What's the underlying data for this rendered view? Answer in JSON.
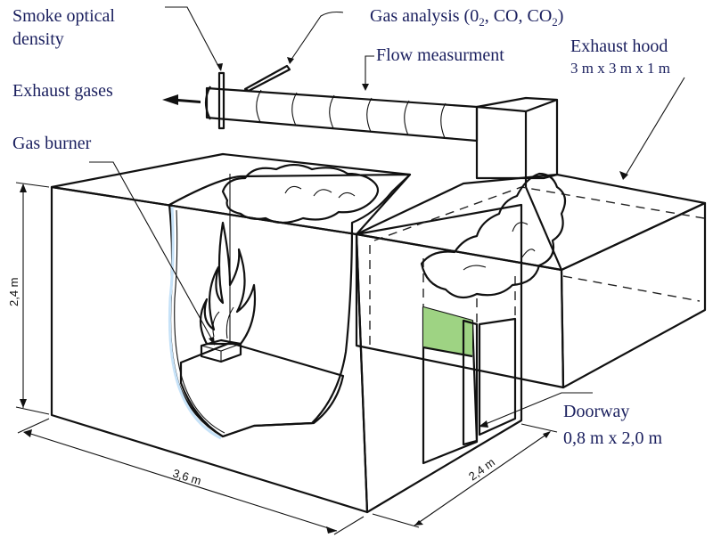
{
  "title": "Room fire test setup with exhaust hood",
  "labels": {
    "smoke_optical_density_line1": "Smoke optical",
    "smoke_optical_density_line2": "density",
    "gas_analysis": "Gas analysis (0",
    "gas_analysis_sub1": "2",
    "gas_analysis_mid": ", CO, CO",
    "gas_analysis_sub2": "2",
    "gas_analysis_end": ")",
    "flow_measurement": "Flow measurment",
    "exhaust_hood": "Exhaust hood",
    "exhaust_hood_size": "3 m x 3 m x 1 m",
    "exhaust_gases": "Exhaust gases",
    "gas_burner": "Gas burner",
    "doorway": "Doorway",
    "doorway_size": "0,8 m x 2,0 m"
  },
  "dimensions": {
    "height": "2,4 m",
    "length": "3,6 m",
    "width": "2,4 m"
  },
  "colors": {
    "room_wall": "#c6e2f8",
    "hood": "#e2effc",
    "inner_wall": "#9ed383",
    "floor": "#e8e8e8",
    "smoke": "#a9a9a9",
    "flame": "#fff23a",
    "text": "#1a1f5e"
  }
}
